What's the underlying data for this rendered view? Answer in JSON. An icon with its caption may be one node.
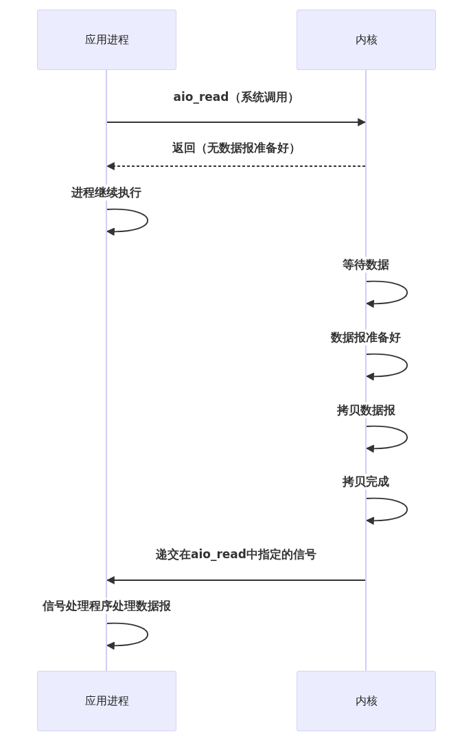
{
  "diagram": {
    "nodes": [
      {
        "text": [
          "应用进程"
        ]
      },
      {
        "text": [
          "内核"
        ]
      },
      {
        "text": [
          "应用进程"
        ]
      },
      {
        "text": [
          "内核"
        ]
      },
      {
        "text": [],
        "shape": "bar"
      },
      {
        "text": [],
        "shape": "bar"
      }
    ],
    "edges": [
      {
        "from": 4,
        "to": 5,
        "arrow": "to",
        "label": "aio_read（系统调用）"
      },
      {
        "from": 5,
        "to": 4,
        "arrow": "to",
        "style": "dashed",
        "label": "返回（无数据报准备好）"
      },
      {
        "from": 4,
        "to": 4,
        "arrow": "to",
        "label": "进程继续执行"
      },
      {
        "from": 5,
        "to": 5,
        "arrow": "to",
        "label": "等待数据"
      },
      {
        "from": 5,
        "to": 5,
        "arrow": "to",
        "label": "数据报准备好"
      },
      {
        "from": 5,
        "to": 5,
        "arrow": "to",
        "label": "拷贝数据报"
      },
      {
        "from": 5,
        "to": 5,
        "arrow": "to",
        "label": "拷贝完成"
      },
      {
        "from": 5,
        "to": 4,
        "arrow": "to",
        "label": "递交在aio_read中指定的信号"
      },
      {
        "from": 4,
        "to": 4,
        "arrow": "to",
        "label": "信号处理程序处理数据报"
      }
    ]
  }
}
